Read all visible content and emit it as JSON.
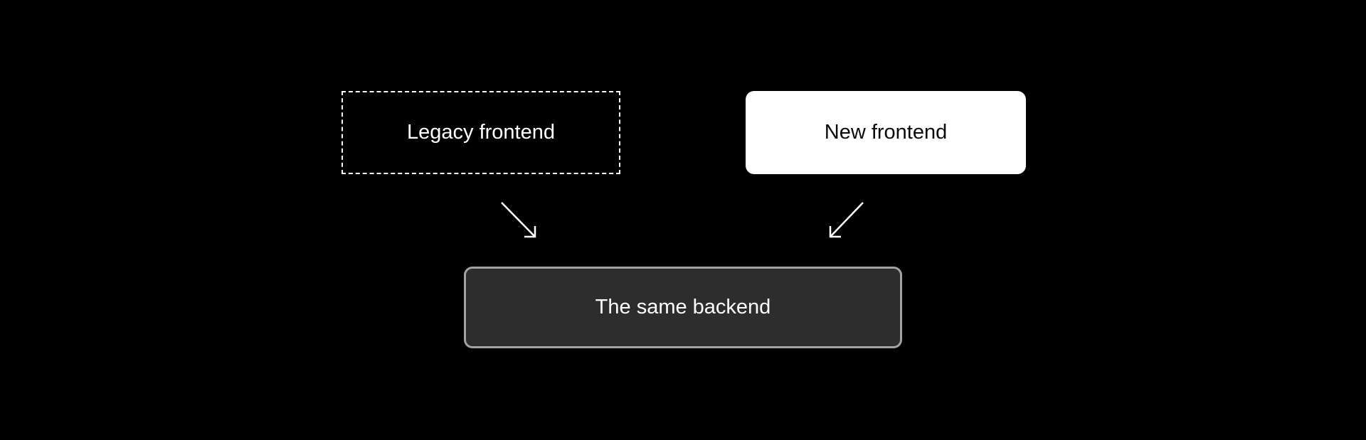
{
  "diagram": {
    "nodes": {
      "legacy_frontend": {
        "label": "Legacy frontend",
        "style": "dashed-outline"
      },
      "new_frontend": {
        "label": "New frontend",
        "style": "solid-white"
      },
      "backend": {
        "label": "The same backend",
        "style": "dark-card"
      }
    },
    "edges": [
      {
        "from": "legacy_frontend",
        "to": "backend"
      },
      {
        "from": "new_frontend",
        "to": "backend"
      }
    ],
    "colors": {
      "background": "#000000",
      "legacy_border": "#ffffff",
      "legacy_text": "#ffffff",
      "new_fill": "#ffffff",
      "new_text": "#0a0a0a",
      "backend_fill": "#2d2d2d",
      "backend_border": "#a3a3a3",
      "backend_text": "#ffffff",
      "arrow": "#ffffff"
    }
  }
}
